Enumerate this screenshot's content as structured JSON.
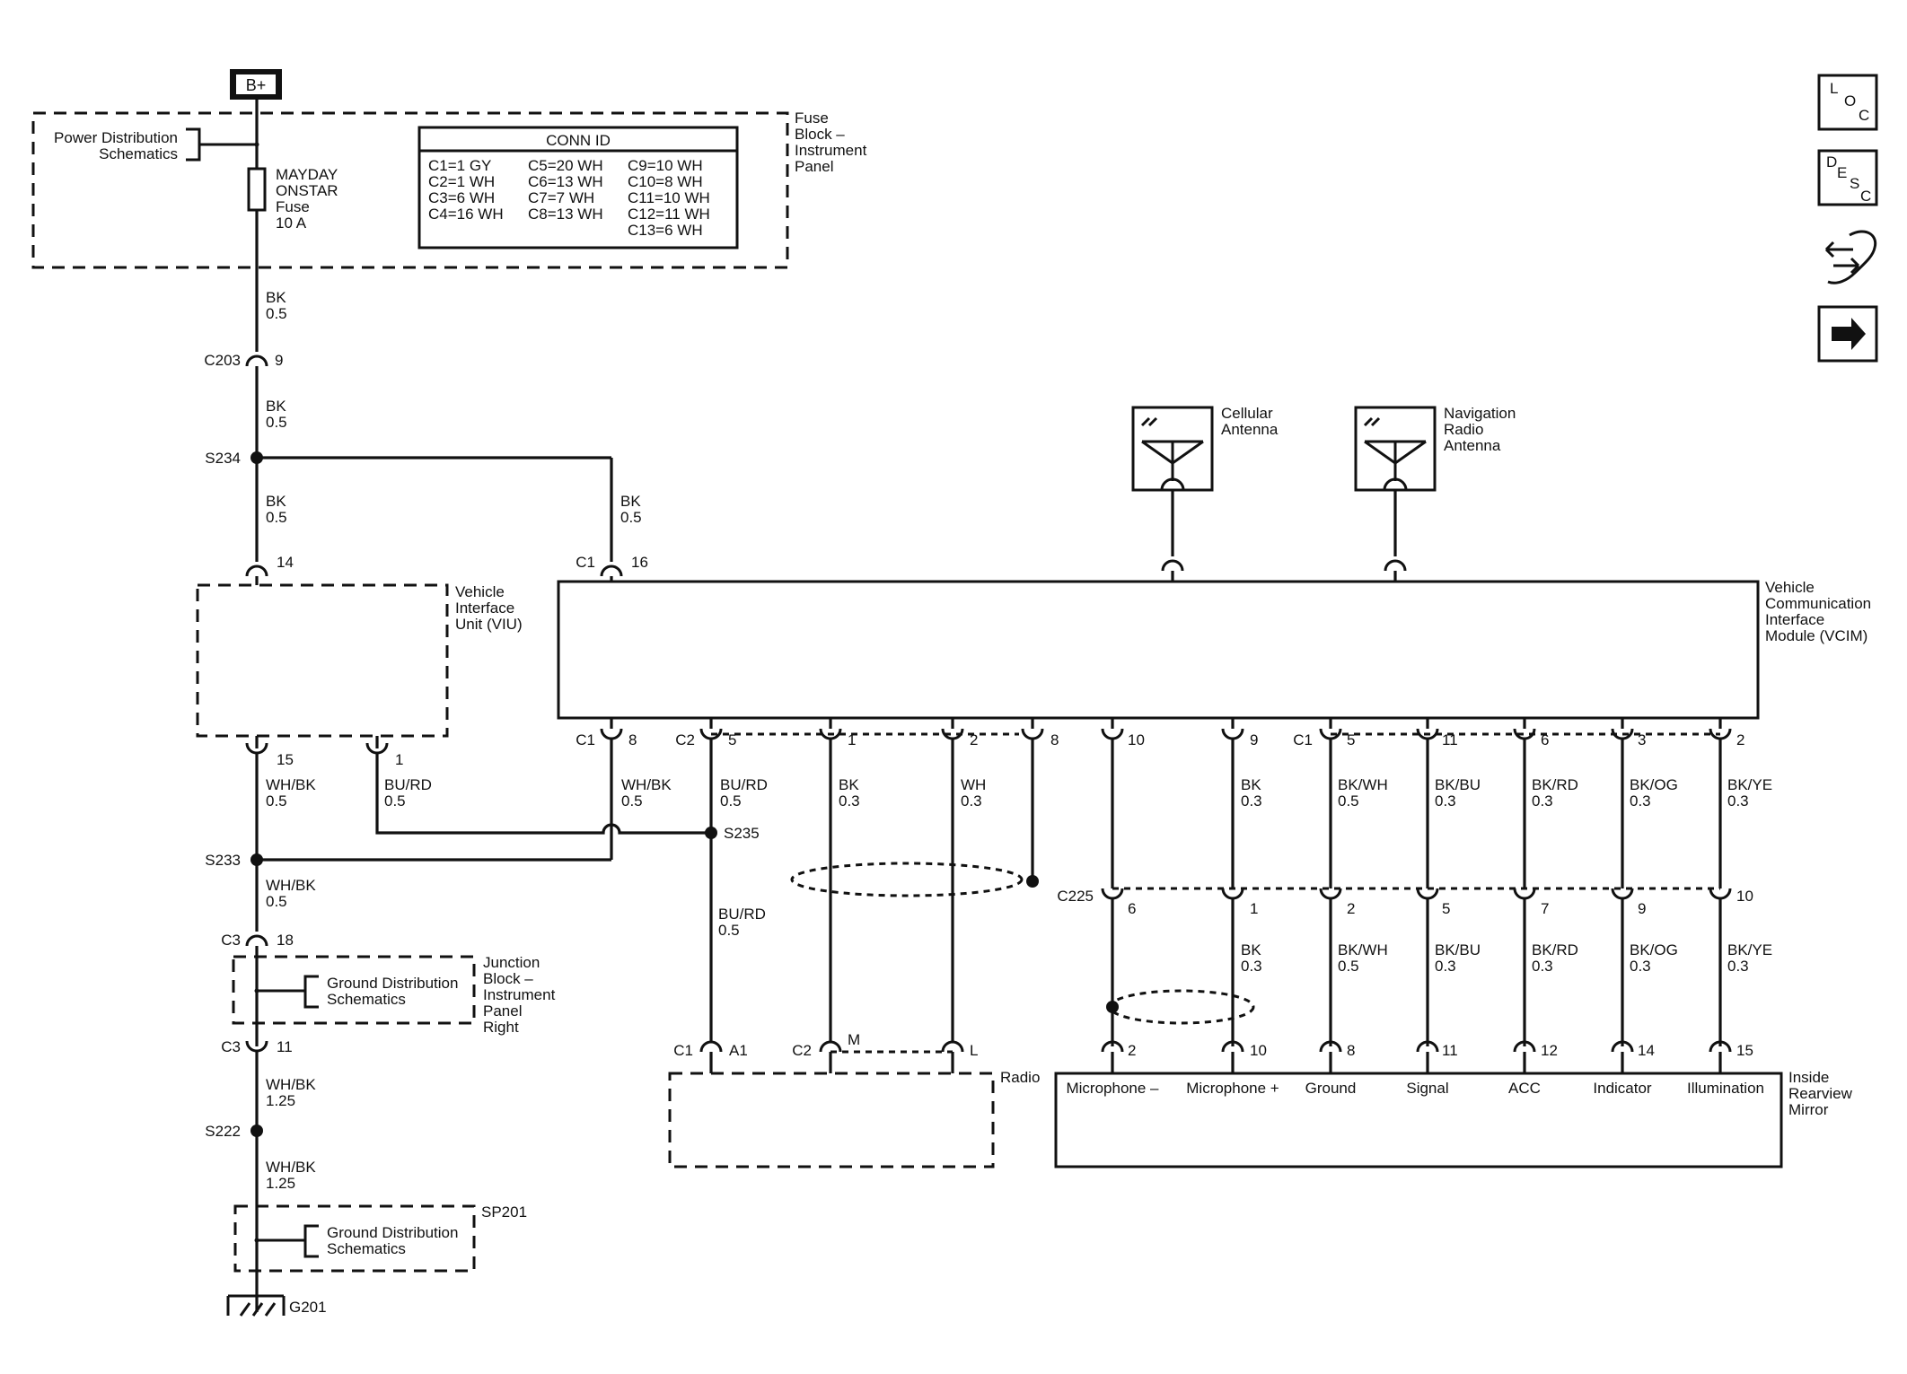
{
  "source": {
    "label": "B+"
  },
  "fuse_block": {
    "title": [
      "Fuse",
      "Block –",
      "Instrument",
      "Panel"
    ],
    "power_dist_ref": [
      "Power Distribution",
      "Schematics"
    ],
    "fuse_label": [
      "MAYDAY",
      "ONSTAR",
      "Fuse",
      "10 A"
    ],
    "conn_id": {
      "title": "CONN ID",
      "columns": [
        [
          "C1=1 GY",
          "C2=1 WH",
          "C3=6 WH",
          "C4=16 WH"
        ],
        [
          "C5=20 WH",
          "C6=13 WH",
          "C7=7 WH",
          "C8=13 WH"
        ],
        [
          "C9=10 WH",
          "C10=8 WH",
          "C11=10 WH",
          "C12=11 WH",
          "C13=6 WH"
        ]
      ]
    }
  },
  "left_chain": {
    "wire1": [
      "BK",
      "0.5"
    ],
    "c203": {
      "conn": "C203",
      "pin": "9"
    },
    "wire2": [
      "BK",
      "0.5"
    ],
    "s234": "S234",
    "wire3": [
      "BK",
      "0.5"
    ],
    "viu_in_pin": "14",
    "viu_title": [
      "Vehicle",
      "Interface",
      "Unit (VIU)"
    ],
    "viu_out_pin_15": "15",
    "viu_out_pin_1": "1",
    "wire_15": [
      "WH/BK",
      "0.5"
    ],
    "wire_1": [
      "BU/RD",
      "0.5"
    ],
    "s233": "S233",
    "wire4": [
      "WH/BK",
      "0.5"
    ],
    "c3_top": {
      "conn": "C3",
      "pin": "18"
    },
    "junction_title": [
      "Junction",
      "Block –",
      "Instrument",
      "Panel",
      "Right"
    ],
    "ground_dist_ref": [
      "Ground Distribution",
      "Schematics"
    ],
    "c3_bottom": {
      "conn": "C3",
      "pin": "11"
    },
    "wire5": [
      "WH/BK",
      "1.25"
    ],
    "s222": "S222",
    "wire6": [
      "WH/BK",
      "1.25"
    ],
    "sp201": "SP201",
    "ground_dist_ref_2": [
      "Ground Distribution",
      "Schematics"
    ],
    "g201": "G201"
  },
  "vcim": {
    "title": [
      "Vehicle",
      "Communication",
      "Interface",
      "Module (VCIM)"
    ],
    "top_wire": [
      "BK",
      "0.5"
    ],
    "top_conn": {
      "conn": "C1",
      "pin": "16"
    },
    "cellular_antenna": [
      "Cellular",
      "Antenna"
    ],
    "nav_antenna": [
      "Navigation",
      "Radio",
      "Antenna"
    ],
    "bottom_pins": [
      {
        "conn": "C1",
        "pin": "8",
        "wire": [
          "WH/BK",
          "0.5"
        ]
      },
      {
        "conn": "C2",
        "pin": "5",
        "wire": [
          "BU/RD",
          "0.5"
        ]
      },
      {
        "conn": "",
        "pin": "1",
        "wire": [
          "BK",
          "0.3"
        ]
      },
      {
        "conn": "",
        "pin": "2",
        "wire": [
          "WH",
          "0.3"
        ]
      },
      {
        "conn": "",
        "pin": "8",
        "wire": [
          "",
          ""
        ]
      },
      {
        "conn": "",
        "pin": "10",
        "wire": [
          "",
          ""
        ]
      },
      {
        "conn": "",
        "pin": "9",
        "wire": [
          "BK",
          "0.3"
        ]
      },
      {
        "conn": "C1",
        "pin": "5",
        "wire": [
          "BK/WH",
          "0.5"
        ]
      },
      {
        "conn": "",
        "pin": "11",
        "wire": [
          "BK/BU",
          "0.3"
        ]
      },
      {
        "conn": "",
        "pin": "6",
        "wire": [
          "BK/RD",
          "0.3"
        ]
      },
      {
        "conn": "",
        "pin": "3",
        "wire": [
          "BK/OG",
          "0.3"
        ]
      },
      {
        "conn": "",
        "pin": "2",
        "wire": [
          "BK/YE",
          "0.3"
        ]
      }
    ]
  },
  "radio": {
    "s235": "S235",
    "wire": [
      "BU/RD",
      "0.5"
    ],
    "pin_a1": {
      "conn": "C1",
      "pin": "A1"
    },
    "pin_m": {
      "conn": "C2",
      "pin": "M"
    },
    "pin_l": "L",
    "title": "Radio"
  },
  "c225": {
    "conn": "C225",
    "pins": [
      "6",
      "1",
      "2",
      "5",
      "7",
      "9",
      "10"
    ],
    "wires": [
      [
        "",
        ""
      ],
      [
        "BK",
        "0.3"
      ],
      [
        "BK/WH",
        "0.5"
      ],
      [
        "BK/BU",
        "0.3"
      ],
      [
        "BK/RD",
        "0.3"
      ],
      [
        "BK/OG",
        "0.3"
      ],
      [
        "BK/YE",
        "0.3"
      ]
    ]
  },
  "mirror": {
    "title": [
      "Inside",
      "Rearview",
      "Mirror"
    ],
    "pins": [
      "2",
      "10",
      "8",
      "11",
      "12",
      "14",
      "15"
    ],
    "labels": [
      "Microphone –",
      "Microphone +",
      "Ground",
      "Signal",
      "ACC",
      "Indicator",
      "Illumination"
    ]
  },
  "nav_icons": {
    "loc": [
      "L",
      "O",
      "C"
    ],
    "desc": [
      "D",
      "E",
      "S",
      "C"
    ],
    "items": [
      "loc-icon",
      "desc-icon",
      "connector-view-icon",
      "next-page-icon"
    ]
  }
}
